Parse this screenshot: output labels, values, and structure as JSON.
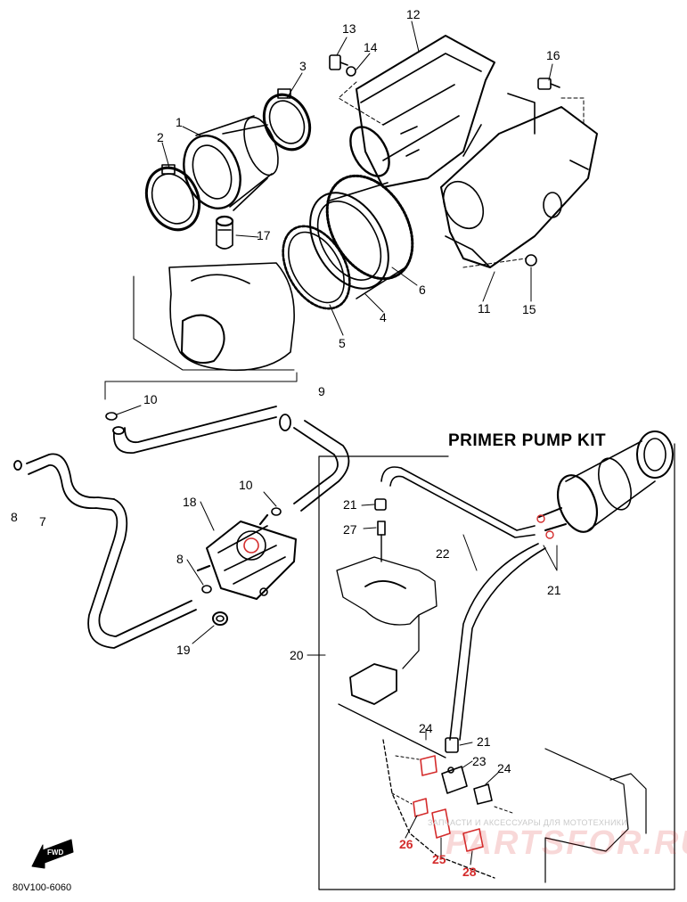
{
  "title_kit": "PRIMER PUMP KIT",
  "document_number": "80V100-6060",
  "fwd_arrow_label": "FWD",
  "watermark_text": "ЗАПЧАСТИ И АКСЕССУАРЫ ДЛЯ МОТОТЕХНИКИ",
  "watermark_brand": "PARTSFOR.RU",
  "callouts": {
    "c1": "1",
    "c2": "2",
    "c3": "3",
    "c4": "4",
    "c5": "5",
    "c6": "6",
    "c7": "7",
    "c8a": "8",
    "c8b": "8",
    "c9": "9",
    "c10a": "10",
    "c10b": "10",
    "c11": "11",
    "c12": "12",
    "c13": "13",
    "c14": "14",
    "c15": "15",
    "c16": "16",
    "c17": "17",
    "c18": "18",
    "c19": "19",
    "c20": "20",
    "c21a": "21",
    "c21b": "21",
    "c21c": "21",
    "c22": "22",
    "c23": "23",
    "c24a": "24",
    "c24b": "24",
    "c25": "25",
    "c26": "26",
    "c27": "27",
    "c28": "28"
  },
  "colors": {
    "line": "#000000",
    "highlight": "#d42c2c",
    "watermark": "#c9c9c9"
  }
}
